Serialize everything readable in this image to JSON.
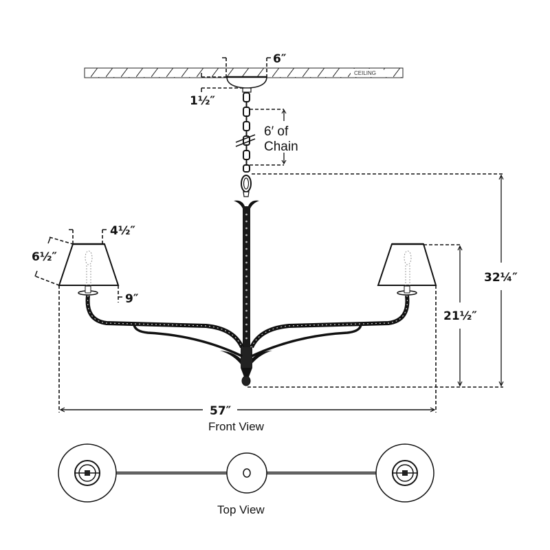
{
  "diagram": {
    "title": "Chandelier dimension drawing",
    "ceiling_label": "CEILING",
    "dimensions": {
      "canopy_width": "6″",
      "canopy_height": "1½″",
      "chain_length_line1": "6′ of",
      "chain_length_line2": "Chain",
      "shade_top": "4½″",
      "shade_height": "6½″",
      "shade_bottom": "9″",
      "fixture_height": "21½″",
      "overall_height": "32¼″",
      "overall_width": "57″"
    },
    "views": {
      "front": "Front View",
      "top": "Top View"
    },
    "colors": {
      "line": "#111111",
      "background": "#ffffff"
    }
  }
}
